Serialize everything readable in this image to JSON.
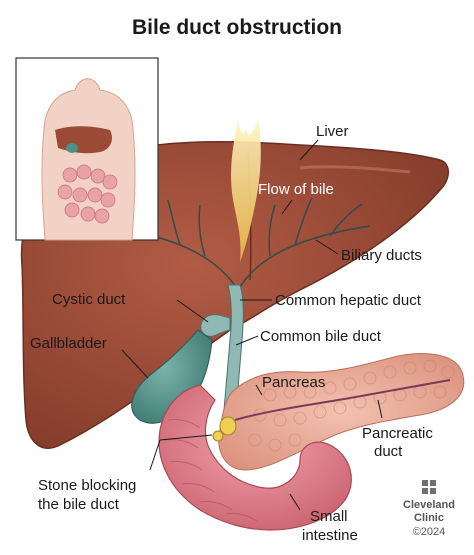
{
  "title": "Bile duct obstruction",
  "labels": {
    "liver": "Liver",
    "flow_of_bile": "Flow of bile",
    "biliary_ducts": "Biliary ducts",
    "cystic_duct": "Cystic duct",
    "common_hepatic_duct": "Common hepatic duct",
    "common_bile_duct": "Common bile duct",
    "gallbladder": "Gallbladder",
    "pancreas": "Pancreas",
    "pancreatic_duct_1": "Pancreatic",
    "pancreatic_duct_2": "duct",
    "stone_1": "Stone blocking",
    "stone_2": "the bile duct",
    "small_intestine_1": "Small",
    "small_intestine_2": "intestine"
  },
  "brand": {
    "name_1": "Cleveland",
    "name_2": "Clinic",
    "copyright": "©2024",
    "icon": "cleveland-clinic-cross-logo"
  },
  "colors": {
    "liver": "#9b4a35",
    "liver_dark": "#7a3425",
    "gallbladder": "#4f9088",
    "ducts": "#8fb9b2",
    "pancreas": "#e9a995",
    "intestine": "#e0818c",
    "bile_flow": "#f3d36b"
  }
}
